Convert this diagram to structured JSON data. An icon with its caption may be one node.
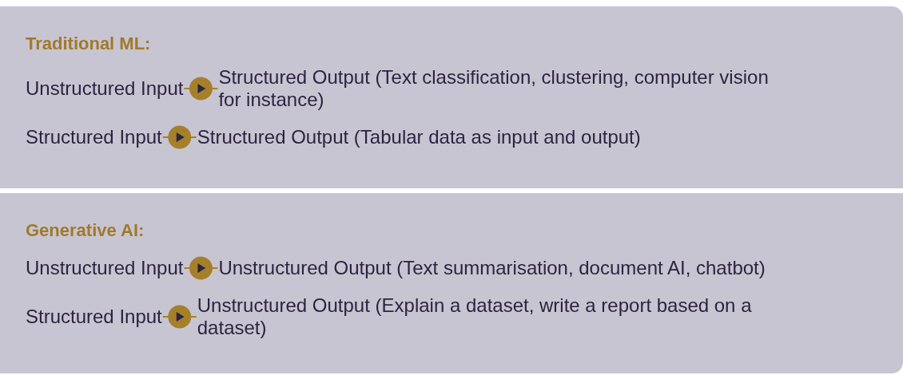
{
  "diagram": {
    "nodes": [
      {
        "text": [
          "Traditional ML:"
        ]
      },
      {
        "text": [
          "Unstructured Input"
        ],
        "in": 0
      },
      {
        "text": [
          "Structured Output (Text classification, clustering, computer vision for instance)"
        ],
        "in": 0
      },
      {
        "text": [
          "Structured Input"
        ],
        "in": 0
      },
      {
        "text": [
          "Structured Output (Tabular data as input and output)"
        ],
        "in": 0
      },
      {
        "text": [
          "Generative AI:"
        ]
      },
      {
        "text": [
          "Unstructured Input"
        ],
        "in": 5
      },
      {
        "text": [
          "Unstructured Output (Text summarisation, document AI, chatbot)"
        ],
        "in": 5
      },
      {
        "text": [
          "Structured Input"
        ],
        "in": 5
      },
      {
        "text": [
          "Unstructured Output (Explain a dataset, write a report based on a dataset)"
        ],
        "in": 5
      }
    ],
    "edges": [
      {
        "from": 1,
        "to": 2,
        "arrow": "to"
      },
      {
        "from": 3,
        "to": 4,
        "arrow": "to"
      },
      {
        "from": 6,
        "to": 7,
        "arrow": "to"
      },
      {
        "from": 8,
        "to": 9,
        "arrow": "to"
      }
    ]
  }
}
